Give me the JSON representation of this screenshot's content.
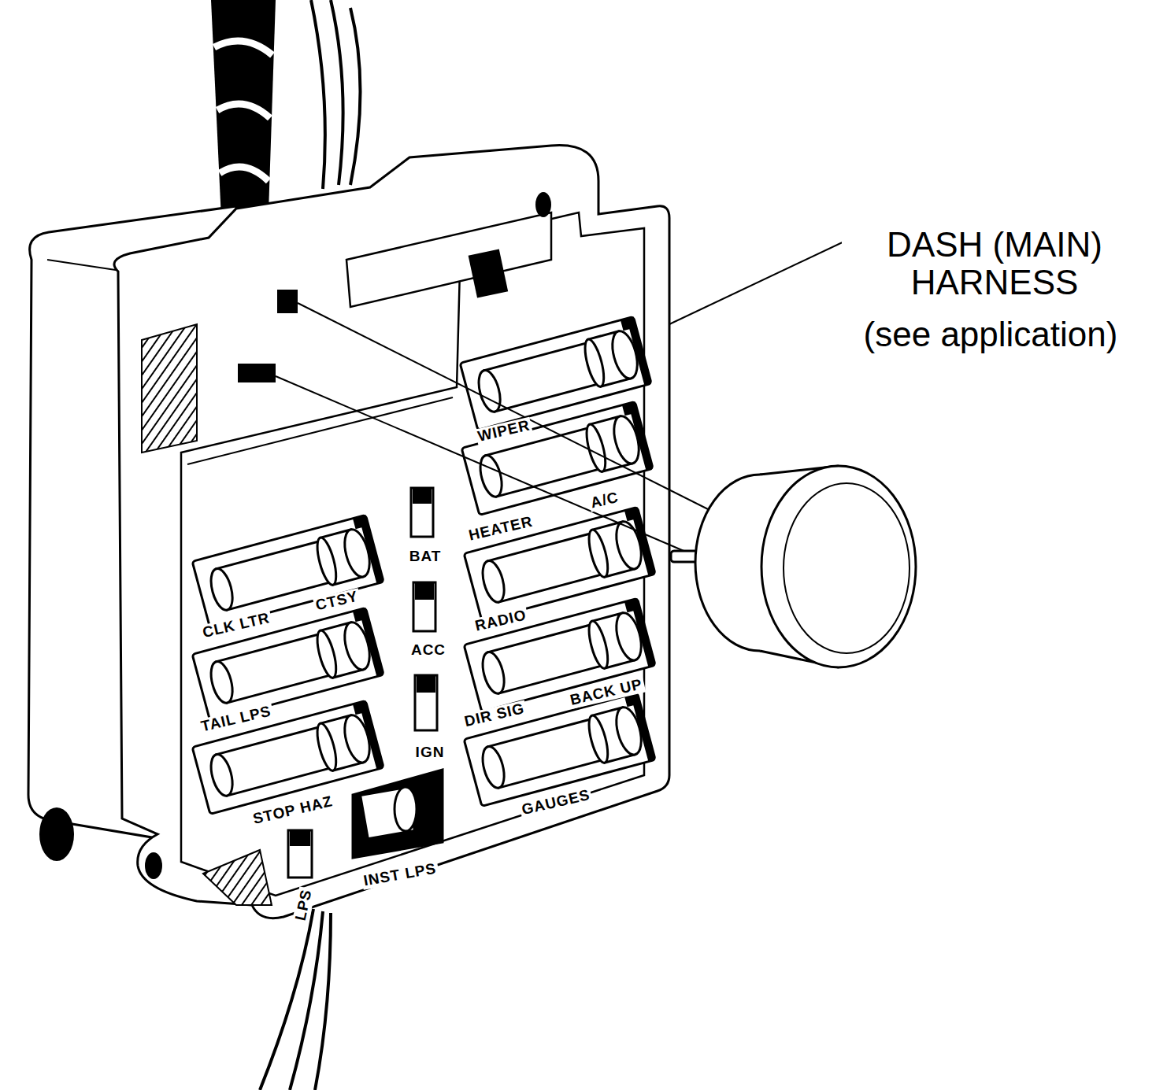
{
  "diagram": {
    "labels": [
      "DASH (MAIN) HARNESS",
      "(see application)",
      "WIPER",
      "A/C",
      "HEATER",
      "BAT",
      "CTSY",
      "CLK LTR",
      "RADIO",
      "ACC",
      "TAIL LPS",
      "BACK UP",
      "DIR SIG",
      "IGN",
      "STOP HAZ",
      "GAUGES",
      "INST LPS",
      "LPS"
    ]
  }
}
